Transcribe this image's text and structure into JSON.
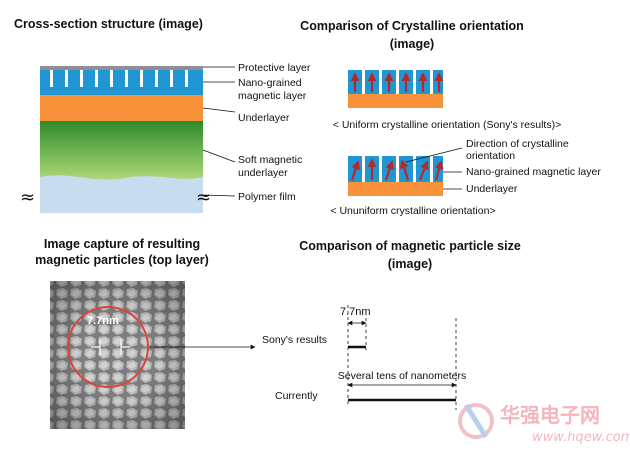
{
  "titles": {
    "cross_section": "Cross-section structure (image)",
    "crystalline_line1": "Comparison of Crystalline orientation",
    "crystalline_line2": "(image)",
    "capture_line1": "Image capture of resulting",
    "capture_line2": "magnetic particles (top layer)",
    "particle_line1": "Comparison of magnetic particle size",
    "particle_line2": "(image)"
  },
  "cross_section": {
    "labels": {
      "protective": "Protective layer",
      "nano_1": "Nano-grained",
      "nano_2": "magnetic layer",
      "underlayer": "Underlayer",
      "soft_1": "Soft magnetic",
      "soft_2": "underlayer",
      "polymer": "Polymer film"
    },
    "break_symbol": "≈"
  },
  "crystalline": {
    "uniform_caption": "< Uniform crystalline orientation (Sony's results)>",
    "ununiform_caption": "< Ununiform crystalline orientation>",
    "direction_1": "Direction of crystalline",
    "direction_2": "orientation",
    "nano_layer": "Nano-grained magnetic layer",
    "underlayer": "Underlayer"
  },
  "capture": {
    "scale_label": "7.7nm"
  },
  "particle_size": {
    "scale_label": "7.7nm",
    "sony_label": "Sony's results",
    "several_label": "Several tens of nanometers",
    "currently_label": "Currently"
  },
  "watermark": {
    "name": "华强电子网",
    "url": "www.hqew.com"
  },
  "colors": {
    "protective": "#909090",
    "nano_grain": "#2196d3",
    "underlayer": "#f7923a",
    "soft_top": "#2e8b2a",
    "soft_bottom": "#b5dd7c",
    "polymer": "#c8dcef",
    "arrow": "#b5282c",
    "circle": "#d9453d"
  }
}
